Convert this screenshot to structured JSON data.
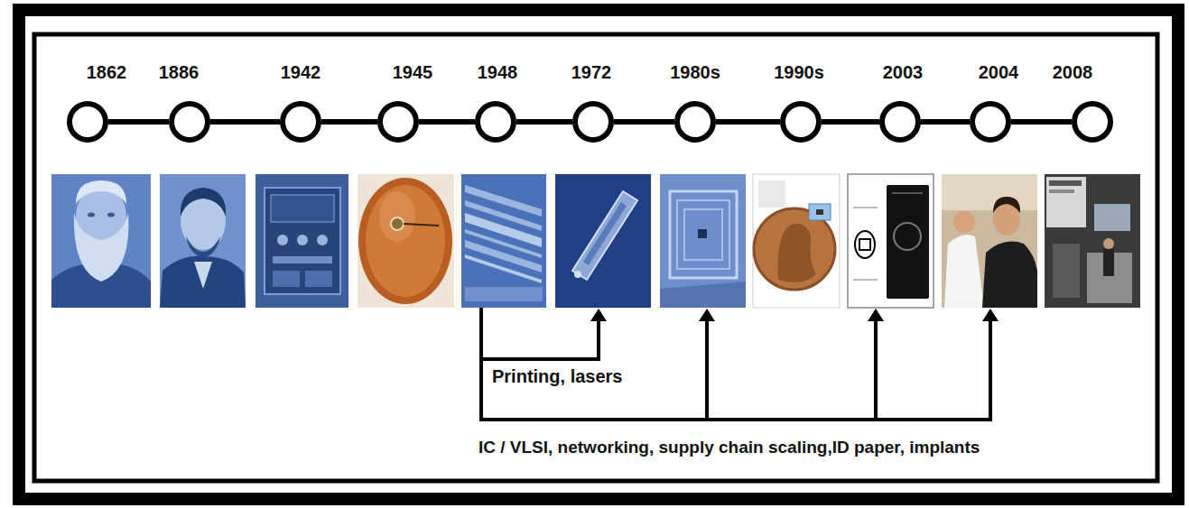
{
  "diagram": {
    "nodes": [
      {
        "text": [
          "1862"
        ]
      },
      {
        "text": [
          "1886"
        ]
      },
      {
        "text": [
          "1942"
        ]
      },
      {
        "text": [
          "1945"
        ]
      },
      {
        "text": [
          "1948"
        ]
      },
      {
        "text": [
          "1972"
        ]
      },
      {
        "text": [
          "1980s"
        ]
      },
      {
        "text": [
          "1990s"
        ]
      },
      {
        "text": [
          "2003"
        ]
      },
      {
        "text": [
          "2004"
        ]
      },
      {
        "text": [
          "2008"
        ]
      }
    ],
    "edges": [
      {
        "from": 0,
        "to": 1,
        "arrow": "none"
      },
      {
        "from": 1,
        "to": 2,
        "arrow": "none"
      },
      {
        "from": 2,
        "to": 3,
        "arrow": "none"
      },
      {
        "from": 3,
        "to": 4,
        "arrow": "none"
      },
      {
        "from": 4,
        "to": 5,
        "arrow": "none"
      },
      {
        "from": 5,
        "to": 6,
        "arrow": "none"
      },
      {
        "from": 6,
        "to": 7,
        "arrow": "none"
      },
      {
        "from": 7,
        "to": 8,
        "arrow": "none"
      },
      {
        "from": 8,
        "to": 9,
        "arrow": "none"
      },
      {
        "from": 9,
        "to": 10,
        "arrow": "none"
      }
    ],
    "labels": [
      "Printing, lasers",
      "IC / VLSI, networking, supply chain scaling,ID paper, implants"
    ]
  }
}
